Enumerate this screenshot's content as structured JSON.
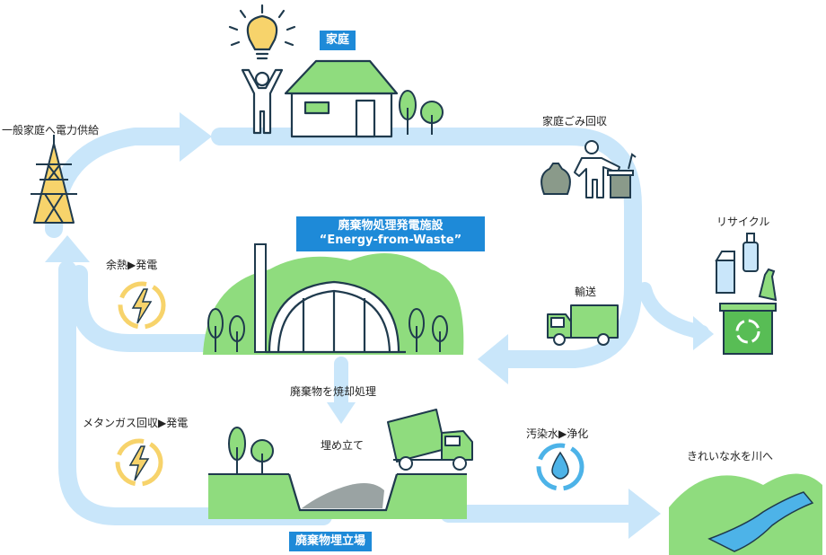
{
  "colors": {
    "flow_arrow": "#c9e6fa",
    "green_light": "#8fdc7e",
    "green_mid": "#6cc35a",
    "green_dark": "#3aa042",
    "outline": "#1f3a4d",
    "label_bg": "#1e8ad8",
    "energy_yellow": "#f7d36b",
    "water_blue": "#4db3e8",
    "recycle_green": "#58bd55"
  },
  "icons": [
    "lightbulb-icon",
    "person-icon",
    "house-icon",
    "power-tower-icon",
    "garbage-bag-icon",
    "person-disposing-icon",
    "trash-can-icon",
    "bottle-icon",
    "carton-icon",
    "recycle-bin-icon",
    "truck-icon",
    "dump-truck-icon",
    "lightning-cycle-icon",
    "water-cycle-icon",
    "river-icon",
    "tree-icon"
  ],
  "labels": {
    "household": "家庭",
    "supply_power": "一般家庭へ電力供給",
    "garbage_collection": "家庭ごみ回収",
    "recycle": "リサイクル",
    "plant_title_line1": "廃棄物処理発電施設",
    "plant_title_line2": "“Energy-from-Waste”",
    "waste_heat": "余熱▶発電",
    "transport": "輸送",
    "incineration": "廃棄物を焼却処理",
    "methane": "メタンガス回収▶発電",
    "landfill_fill": "埋め立て",
    "sewage": "汚染水▶浄化",
    "clean_water": "きれいな水を川へ",
    "landfill": "廃棄物埋立場"
  }
}
